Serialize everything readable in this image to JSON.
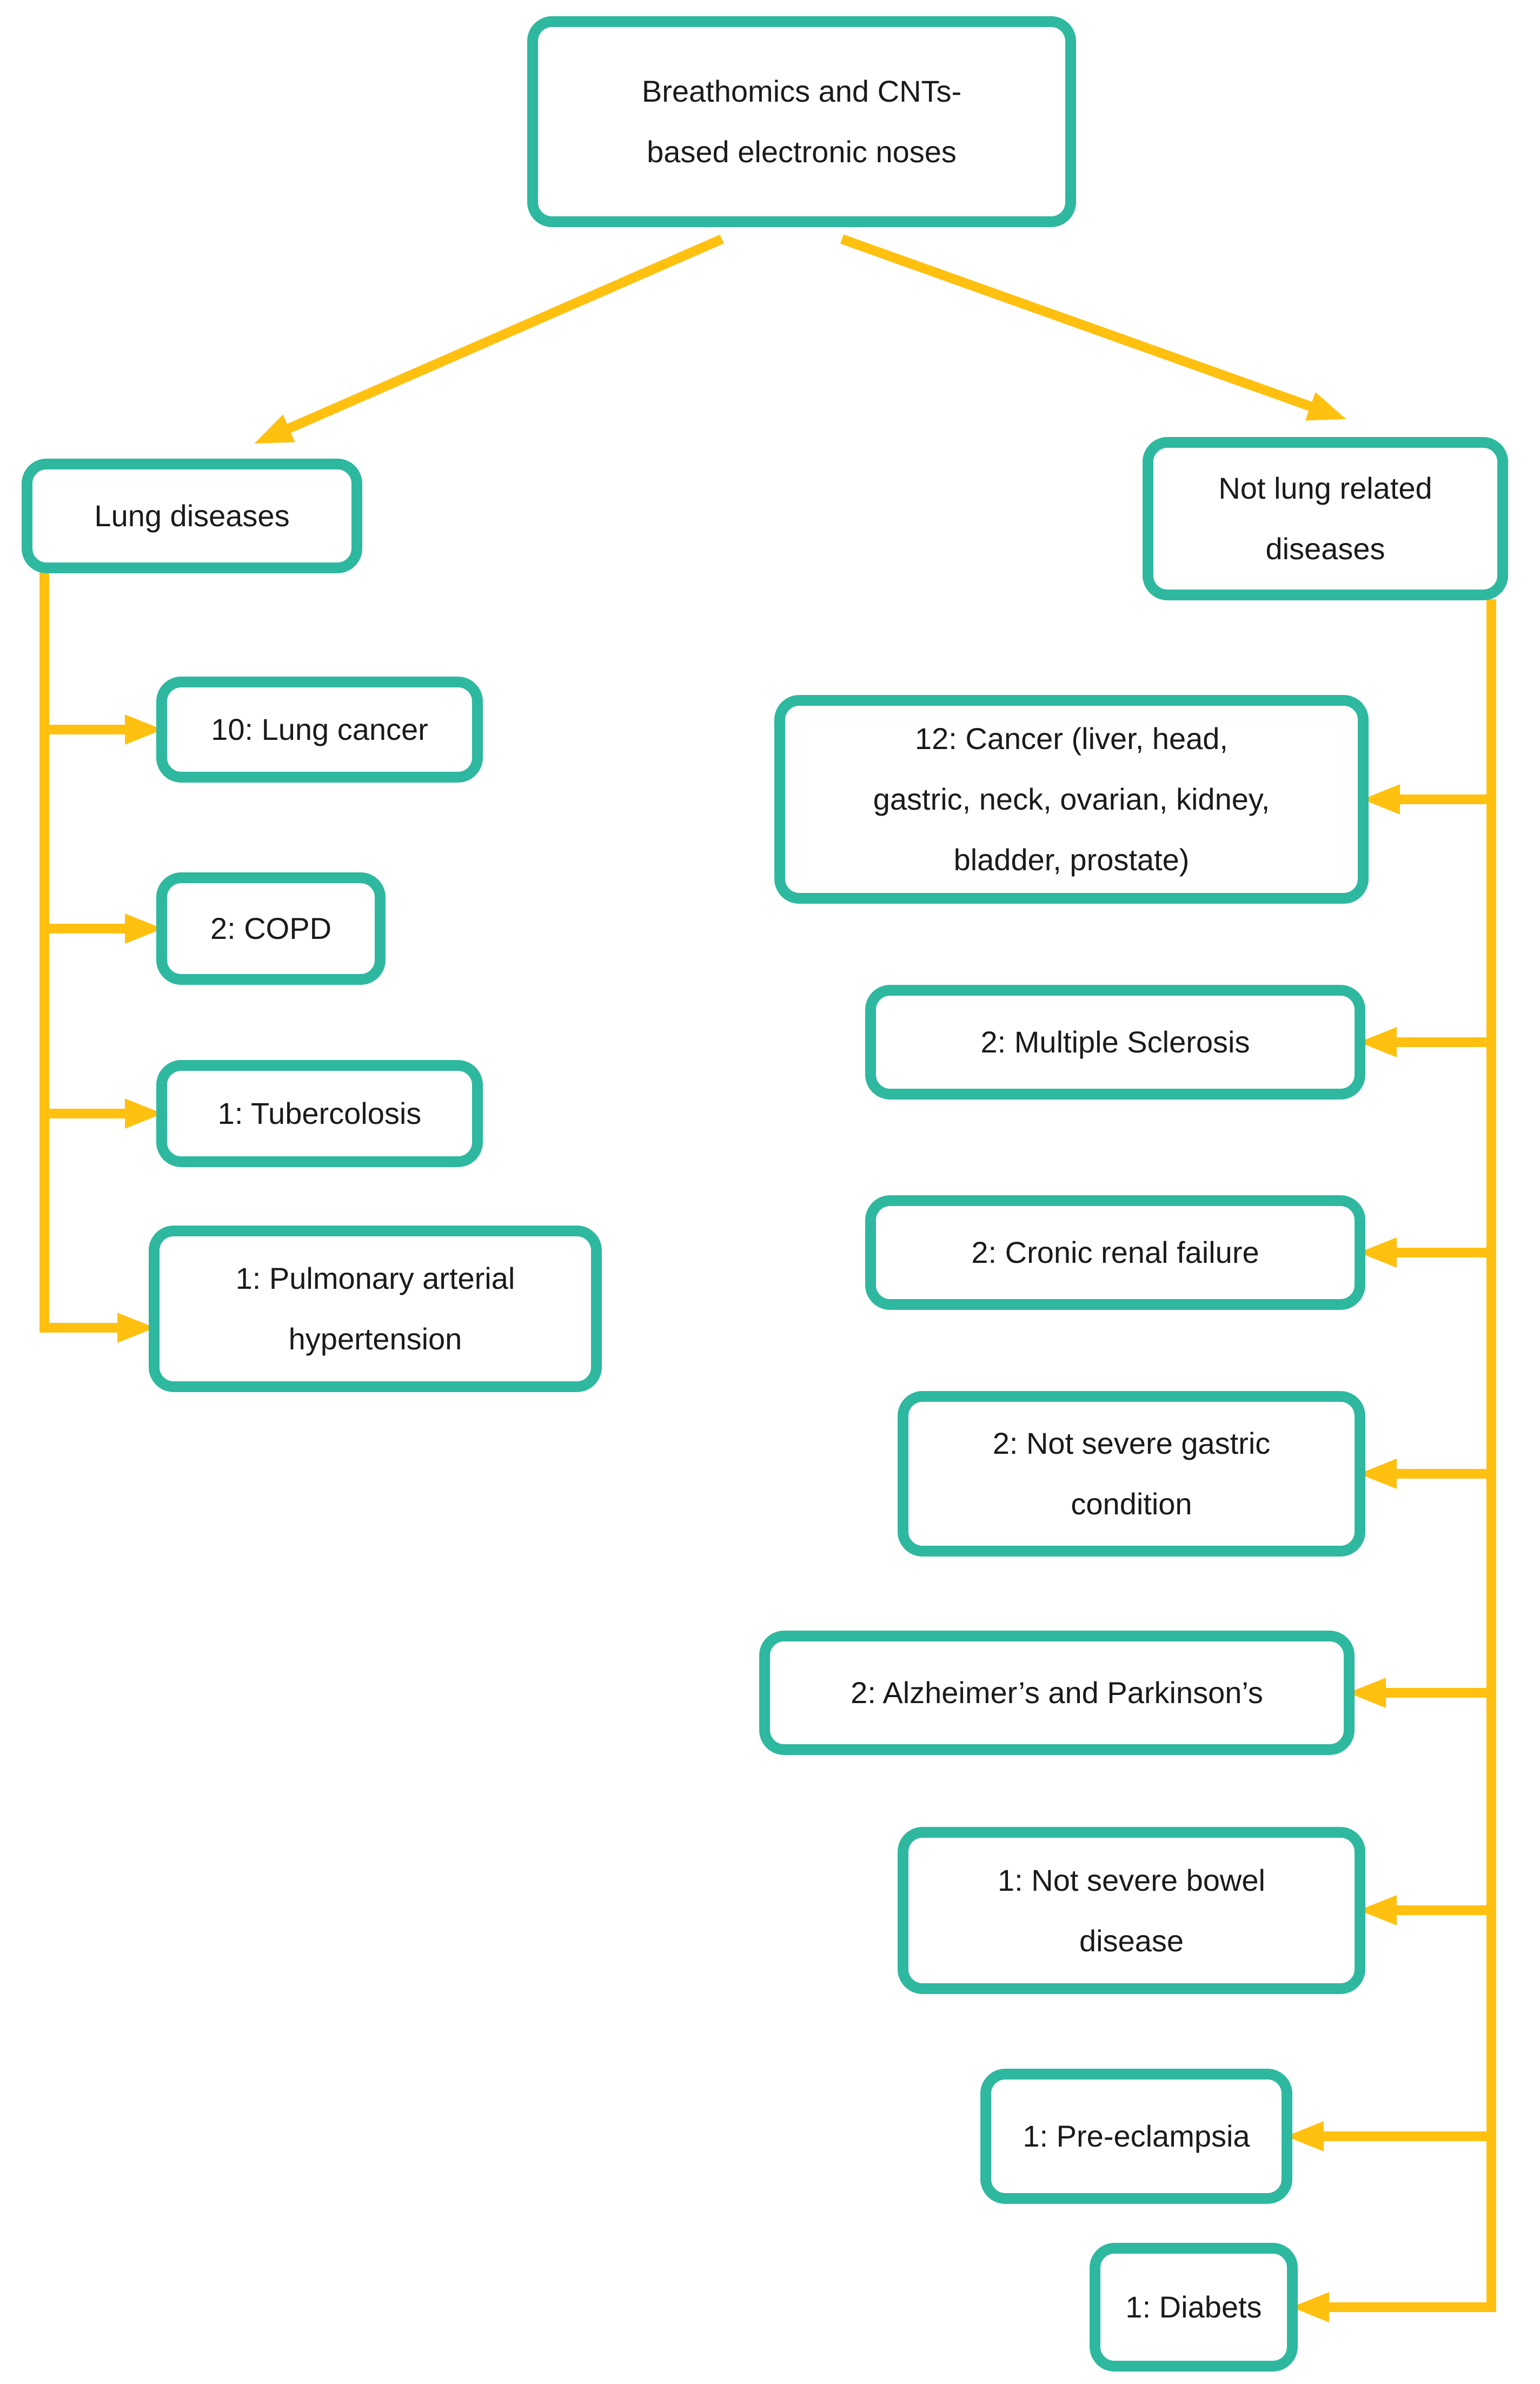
{
  "colors": {
    "box_border": "#2EB8A0",
    "arrow": "#FFC010",
    "text": "#1A1A1A",
    "background": "#FFFFFF"
  },
  "root": {
    "text": "Breathomics and CNTs-based electronic noses",
    "lines": [
      "Breathomics and CNTs-",
      "based electronic noses"
    ]
  },
  "lung_branch": {
    "label": "Lung diseases",
    "children": [
      {
        "count": 10,
        "label": "Lung cancer",
        "text": "10: Lung cancer"
      },
      {
        "count": 2,
        "label": "COPD",
        "text": "2: COPD"
      },
      {
        "count": 1,
        "label": "Tubercolosis",
        "text": "1: Tubercolosis"
      },
      {
        "count": 1,
        "label": "Pulmonary arterial hypertension",
        "text": "1: Pulmonary arterial hypertension",
        "lines": [
          "1: Pulmonary arterial",
          "hypertension"
        ]
      }
    ]
  },
  "not_lung_branch": {
    "label": "Not lung related diseases",
    "lines": [
      "Not lung related",
      "diseases"
    ],
    "children": [
      {
        "count": 12,
        "label": "Cancer (liver, head, gastric, neck, ovarian, kidney, bladder, prostate)",
        "text": "12: Cancer (liver, head, gastric, neck, ovarian, kidney, bladder, prostate)",
        "lines": [
          "12: Cancer (liver, head,",
          "gastric, neck, ovarian, kidney,",
          "bladder, prostate)"
        ]
      },
      {
        "count": 2,
        "label": "Multiple Sclerosis",
        "text": "2: Multiple Sclerosis"
      },
      {
        "count": 2,
        "label": "Cronic renal failure",
        "text": "2: Cronic renal failure"
      },
      {
        "count": 2,
        "label": "Not severe gastric condition",
        "text": "2: Not severe gastric condition",
        "lines": [
          "2: Not severe gastric",
          "condition"
        ]
      },
      {
        "count": 2,
        "label": "Alzheimer’s and Parkinson’s",
        "text": "2: Alzheimer’s and Parkinson’s"
      },
      {
        "count": 1,
        "label": "Not severe bowel disease",
        "text": "1: Not severe bowel disease",
        "lines": [
          "1: Not severe bowel",
          "disease"
        ]
      },
      {
        "count": 1,
        "label": "Pre-eclampsia",
        "text": "1: Pre-eclampsia"
      },
      {
        "count": 1,
        "label": "Diabets",
        "text": "1: Diabets"
      }
    ]
  }
}
